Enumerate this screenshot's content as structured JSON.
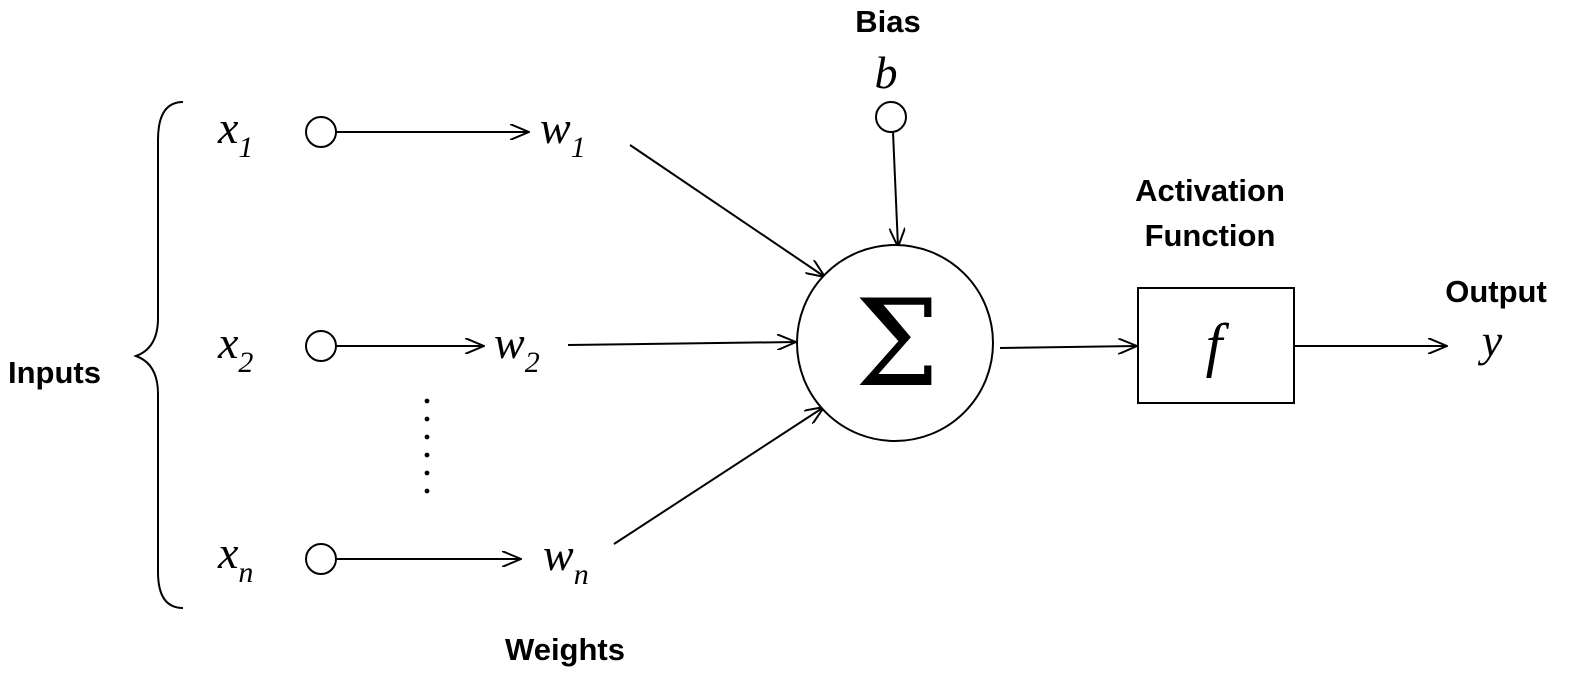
{
  "labels": {
    "bias": "Bias",
    "inputs": "Inputs",
    "weights": "Weights",
    "activation_line1": "Activation",
    "activation_line2": "Function",
    "output": "Output"
  },
  "symbols": {
    "bias": "b",
    "sum": "Σ",
    "activation": "f",
    "output": "y"
  },
  "inputs": [
    {
      "var": "x",
      "sub": "1"
    },
    {
      "var": "x",
      "sub": "2"
    },
    {
      "var": "x",
      "sub": "n"
    }
  ],
  "weights": [
    {
      "var": "w",
      "sub": "1"
    },
    {
      "var": "w",
      "sub": "2"
    },
    {
      "var": "w",
      "sub": "n"
    }
  ]
}
